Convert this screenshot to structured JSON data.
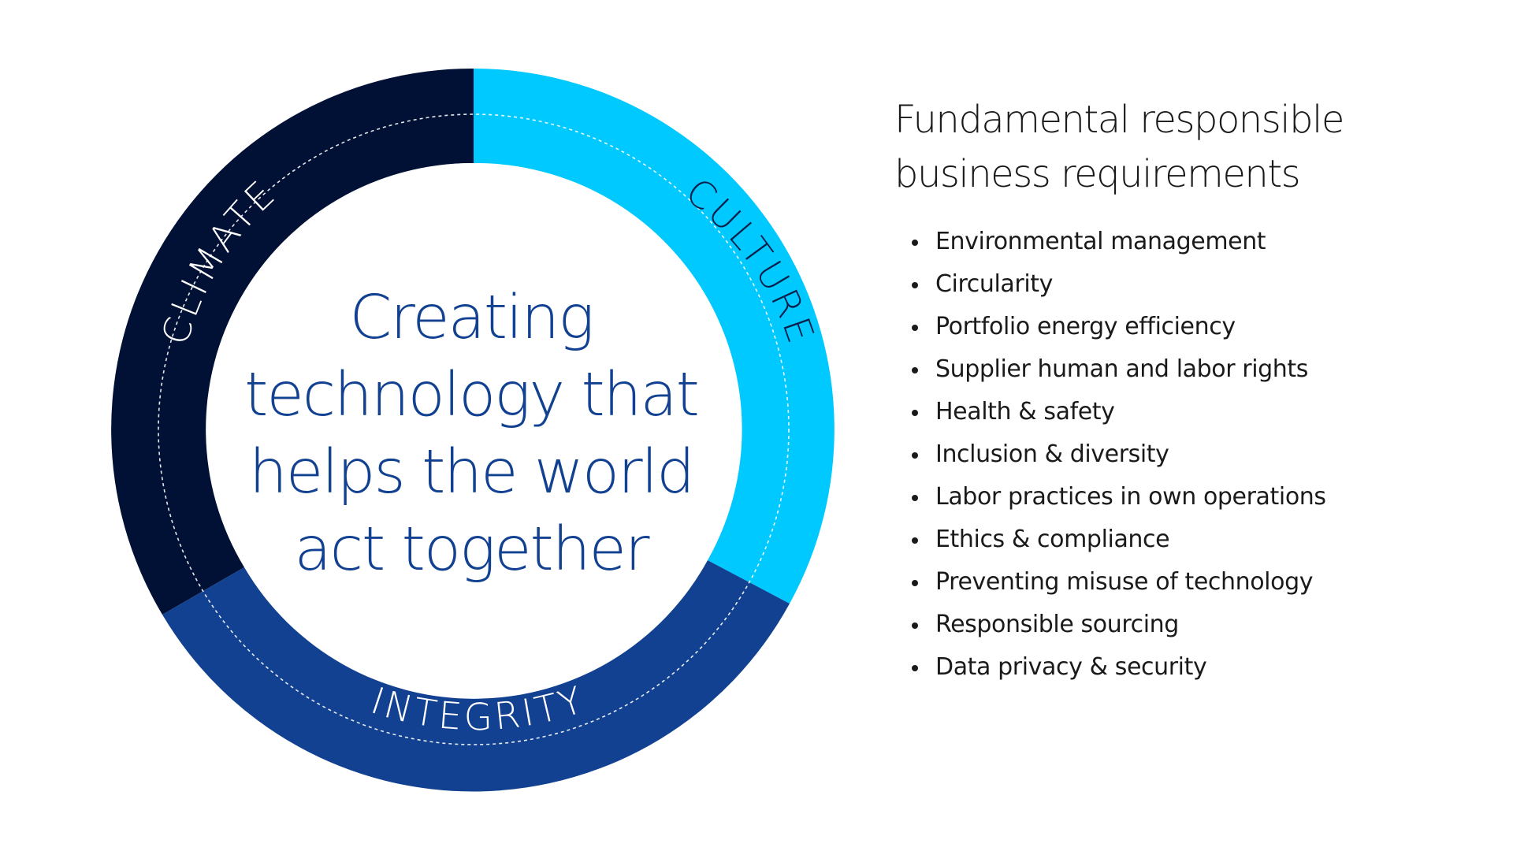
{
  "diagram": {
    "segments": [
      {
        "label": "CLIMATE",
        "color": "#001135"
      },
      {
        "label": "CULTURE",
        "color": "#00C9FF"
      },
      {
        "label": "INTEGRITY",
        "color": "#124191"
      }
    ],
    "center_text": {
      "line1": "Creating",
      "line2": "technology that",
      "line3": "helps the world",
      "line4": "act together"
    }
  },
  "panel": {
    "heading_line1": "Fundamental responsible",
    "heading_line2": "business requirements",
    "items": [
      "Environmental management",
      "Circularity",
      "Portfolio energy efficiency",
      "Supplier human and labor rights",
      "Health & safety",
      "Inclusion & diversity",
      "Labor practices in own operations",
      "Ethics & compliance",
      "Preventing misuse of technology",
      "Responsible sourcing",
      "Data privacy & security"
    ]
  },
  "colors": {
    "climate": "#001135",
    "culture": "#00C9FF",
    "integrity": "#124191",
    "center_text": "#124191",
    "body_text": "#1a1a1a"
  }
}
